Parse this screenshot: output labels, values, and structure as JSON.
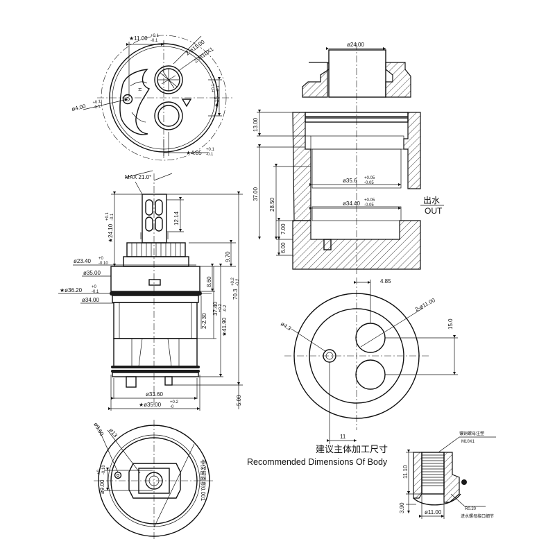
{
  "top_view": {
    "dims": [
      "★11.00",
      "2-ø11.00",
      "2-M10X1",
      "ø4.00",
      "★15",
      "★4.85"
    ],
    "tolerances": {
      "d11": [
        "+0.1",
        "-0.1"
      ],
      "d4": [
        "+0.1",
        "-0.1"
      ],
      "d15": [
        "+0.1",
        "-0.1"
      ],
      "d485": [
        "+0.1",
        "-0.1"
      ]
    }
  },
  "side_view": {
    "dims": [
      "MAX 21.0°",
      "12.14",
      "★24.10",
      "ø23.40",
      "9.70",
      "ø35.00",
      "8.60",
      "★ø36.20",
      "ø34.00",
      "2-2.30",
      "37.40",
      "★41.90",
      "70.3",
      "ø33.60",
      "★ø35.00",
      "5.00"
    ],
    "tolerances": {
      "d2410": [
        "+0.1",
        "-0.1"
      ],
      "d2340": [
        "+0",
        "-0.10"
      ],
      "d3620": [
        "+0",
        "-0.1"
      ],
      "d4190": [
        "+0.2",
        "-0.2"
      ],
      "d703": [
        "+0.2",
        "-0.2"
      ],
      "d3500b": [
        "+0.2",
        "-0"
      ]
    }
  },
  "bottom_view": {
    "dims": [
      "ø3.50",
      "ø13",
      "ø9.00",
      "非保留面积0.001"
    ],
    "tolerances": {
      "d9": [
        "+0",
        "-0.10"
      ]
    }
  },
  "section_view": {
    "dims": [
      "ø24.00",
      "13.00",
      "37.00",
      "28.50",
      "ø35.6",
      "ø34.40",
      "7.00",
      "6.00"
    ],
    "tolerances": {
      "d356": [
        "+0.05",
        "-0.05"
      ],
      "d3440": [
        "+0.05",
        "-0.05"
      ]
    },
    "outlet_label": [
      "出水",
      "OUT"
    ]
  },
  "recommended_plan": {
    "dims": [
      "4.85",
      "2-ø11.00",
      "ø4.3",
      "15.0",
      "11"
    ]
  },
  "caption": {
    "zh": "建议主体加工尺寸",
    "en": "Recommended Dimensions Of Body"
  },
  "thread_detail": {
    "notes": [
      "镶铜螺母注塑",
      "M10X1",
      "R0.20",
      "进水螺母接口细节"
    ],
    "dims": [
      "11.10",
      "3.90",
      "ø11.00"
    ]
  }
}
